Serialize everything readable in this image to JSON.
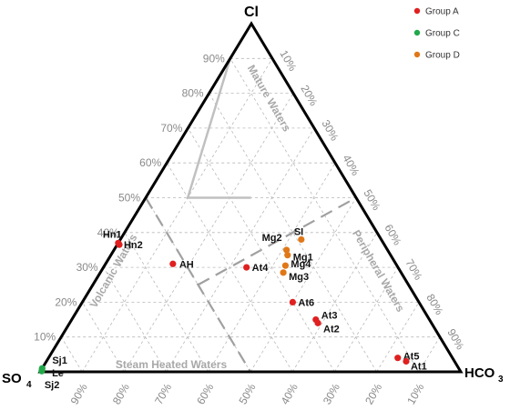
{
  "chart_data": {
    "type": "scatter",
    "subtype": "ternary",
    "vertices": {
      "top": "Cl",
      "left": "SO",
      "left_subscript": "4",
      "right": "HCO",
      "right_subscript": "3"
    },
    "tick_labels": [
      "10%",
      "20%",
      "30%",
      "40%",
      "50%",
      "60%",
      "70%",
      "80%",
      "90%"
    ],
    "legend": [
      {
        "name": "Group A",
        "color": "#e02020"
      },
      {
        "name": "Group C",
        "color": "#22a84a"
      },
      {
        "name": "Group D",
        "color": "#e07818"
      }
    ],
    "legend_position": "top-right",
    "grid": true,
    "points": [
      {
        "label": "Hn1",
        "group": "Group A",
        "cl": 37,
        "hco3": 0
      },
      {
        "label": "Hn2",
        "group": "Group A",
        "cl": 36.5,
        "hco3": 0.5
      },
      {
        "label": "AH",
        "group": "Group A",
        "cl": 31,
        "hco3": 16
      },
      {
        "label": "At4",
        "group": "Group A",
        "cl": 30,
        "hco3": 34
      },
      {
        "label": "At6",
        "group": "Group A",
        "cl": 20,
        "hco3": 50
      },
      {
        "label": "At3",
        "group": "Group A",
        "cl": 15,
        "hco3": 58
      },
      {
        "label": "At2",
        "group": "Group A",
        "cl": 14,
        "hco3": 59
      },
      {
        "label": "At5",
        "group": "Group A",
        "cl": 4,
        "hco3": 83
      },
      {
        "label": "At1",
        "group": "Group A",
        "cl": 3,
        "hco3": 85.5
      },
      {
        "label": "SI",
        "group": "Group D",
        "cl": 38,
        "hco3": 43
      },
      {
        "label": "Mg2",
        "group": "Group D",
        "cl": 35,
        "hco3": 41
      },
      {
        "label": "Mg1",
        "group": "Group D",
        "cl": 33.5,
        "hco3": 42
      },
      {
        "label": "Mg4",
        "group": "Group D",
        "cl": 30.5,
        "hco3": 43
      },
      {
        "label": "Mg3",
        "group": "Group D",
        "cl": 28.5,
        "hco3": 43.5
      },
      {
        "label": "Sj1",
        "group": "Group C",
        "cl": 1,
        "hco3": 0
      },
      {
        "label": "Le",
        "group": "Group C",
        "cl": 0.5,
        "hco3": 0.2
      },
      {
        "label": "Sj2",
        "group": "Group C",
        "cl": 0.2,
        "hco3": 0.3
      }
    ],
    "regions": [
      {
        "name": "Mature Waters"
      },
      {
        "name": "Volcanic Waters"
      },
      {
        "name": "Peripheral Waters"
      },
      {
        "name": "Steam Heated Waters"
      }
    ]
  }
}
